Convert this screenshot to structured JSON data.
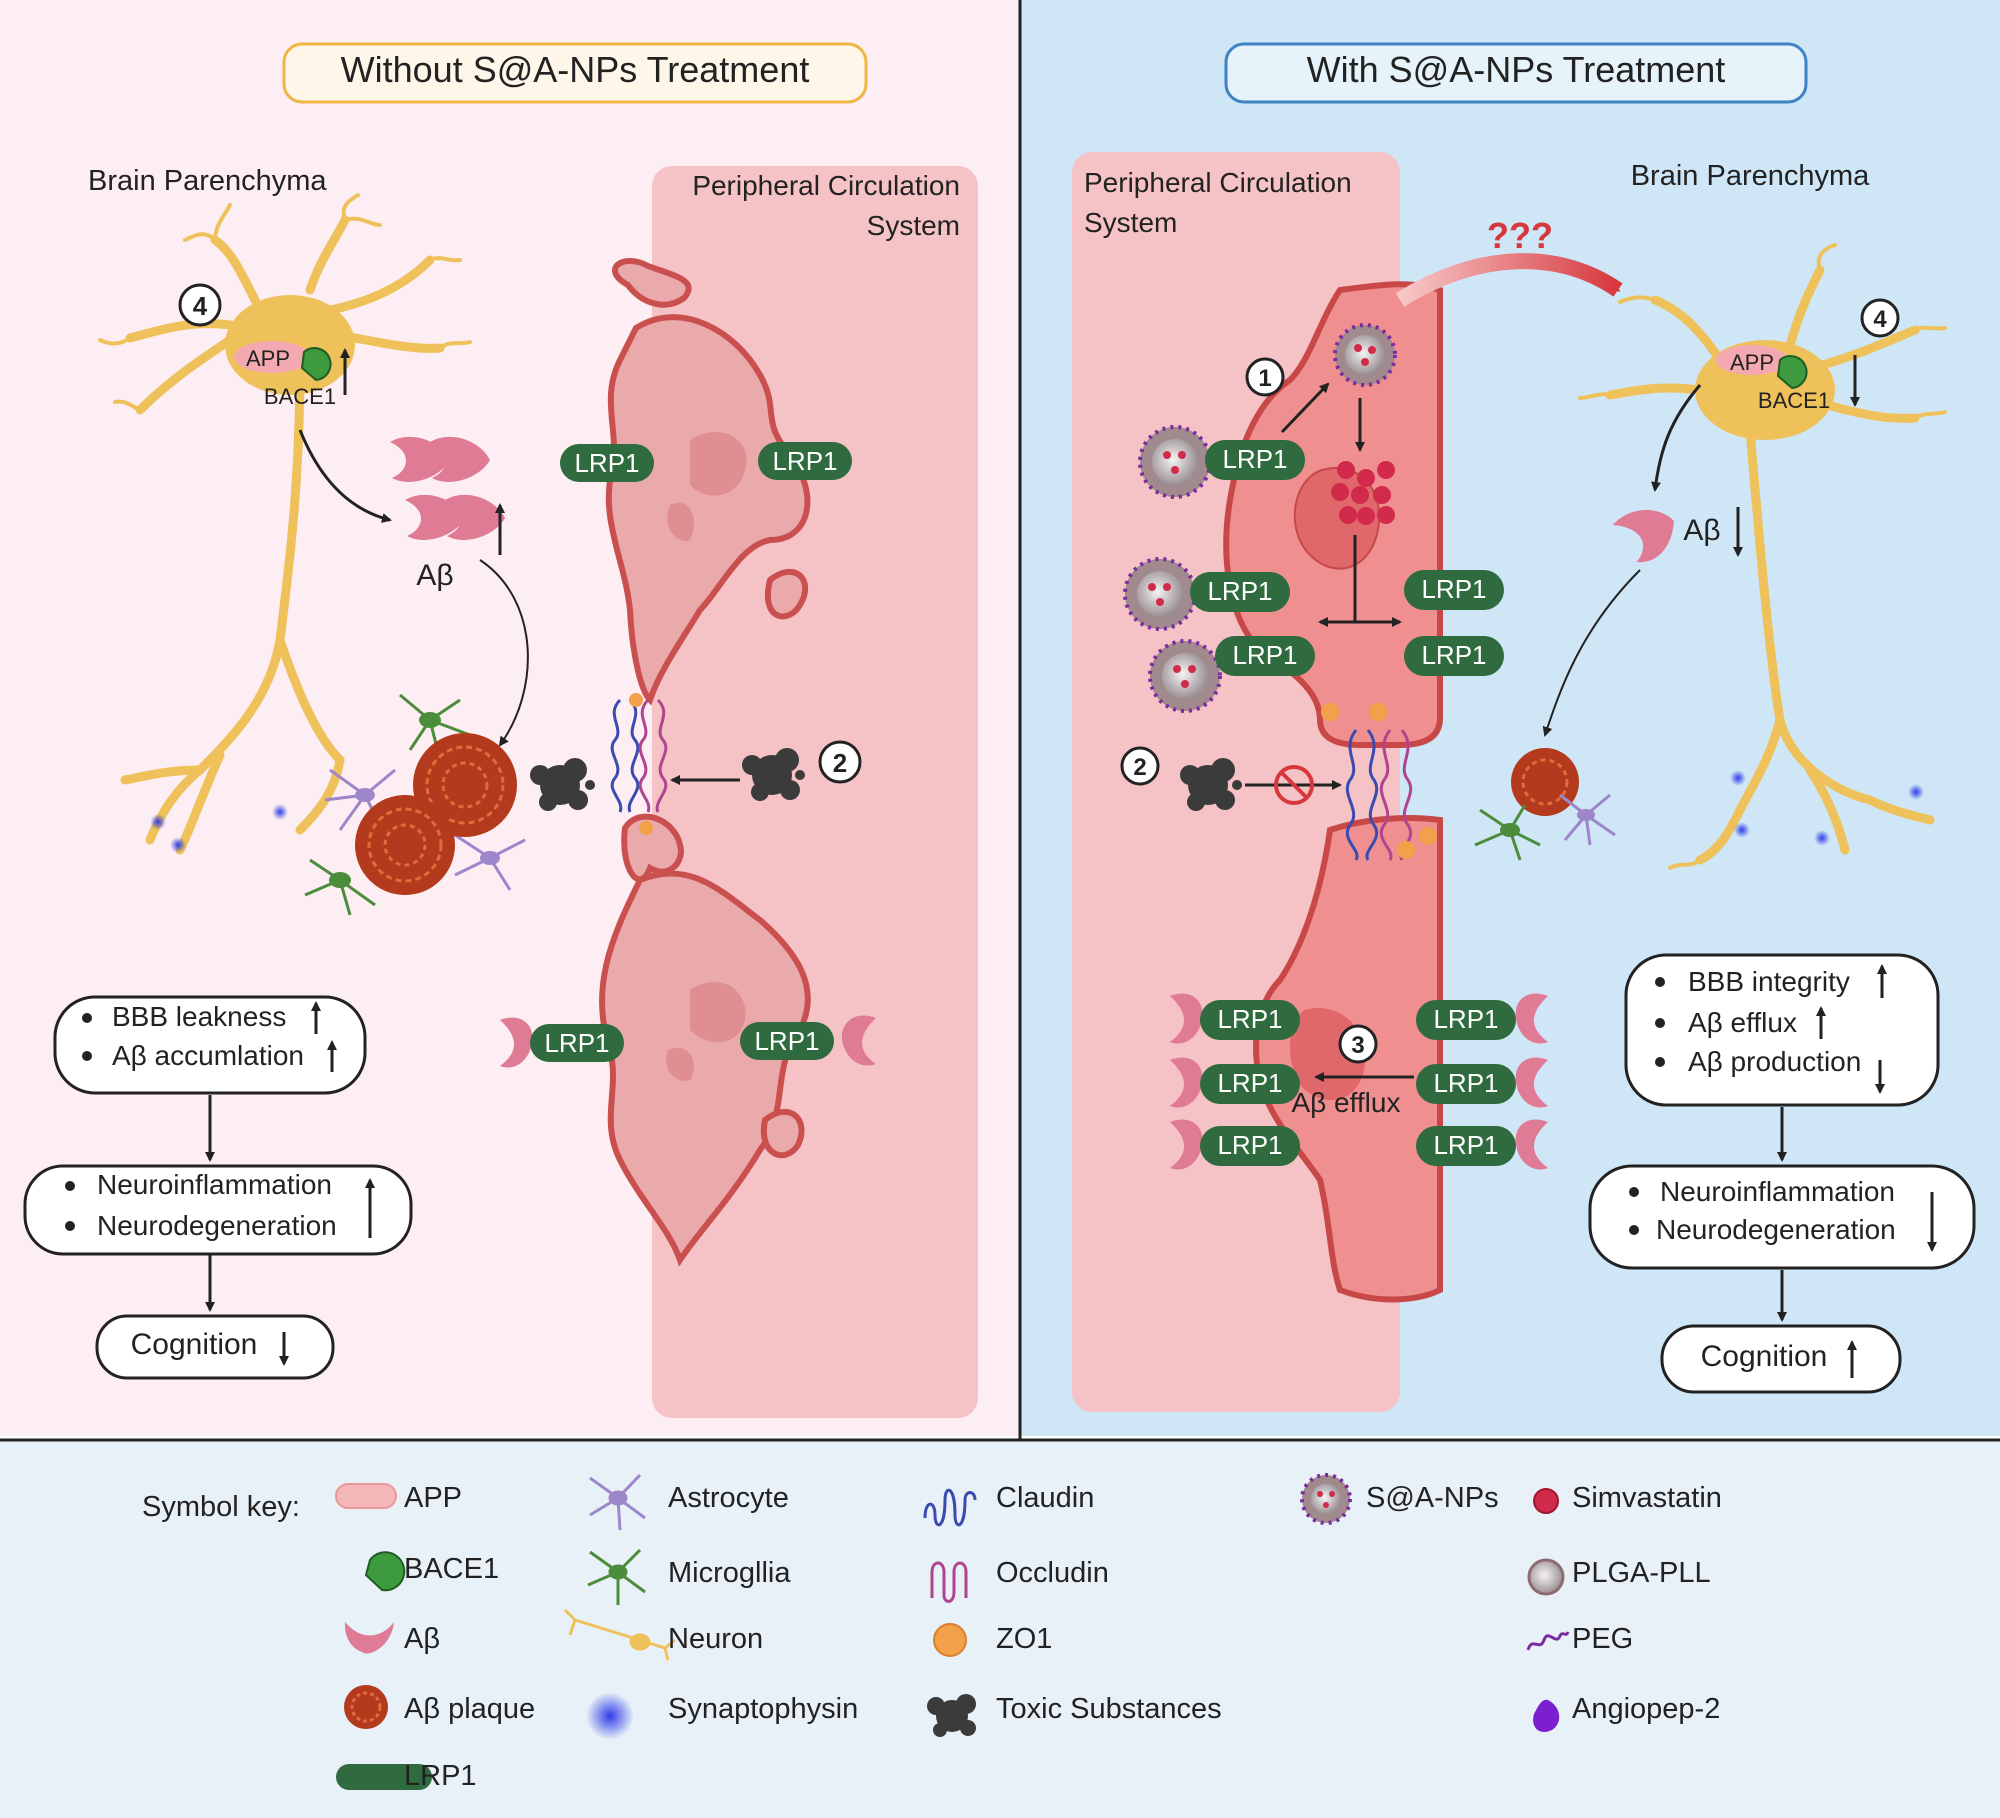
{
  "left": {
    "title": "Without S@A-NPs Treatment",
    "brain_label": "Brain Parenchyma",
    "periph_label_line1": "Peripheral Circulation",
    "periph_label_line2": "System",
    "app": "APP",
    "bace1": "BACE1",
    "abeta": "Aβ",
    "lrp1": "LRP1",
    "step_4": "4",
    "step_2": "2",
    "outcome_box1": [
      "BBB leakness",
      "Aβ accumlation"
    ],
    "outcome_box2": [
      "Neuroinflammation",
      "Neurodegeneration"
    ],
    "outcome_box3": "Cognition"
  },
  "right": {
    "title": "With S@A-NPs Treatment",
    "brain_label": "Brain Parenchyma",
    "periph_label_line1": "Peripheral Circulation",
    "periph_label_line2": "System",
    "question": "???",
    "app": "APP",
    "bace1": "BACE1",
    "abeta": "Aβ",
    "lrp1": "LRP1",
    "efflux": "Aβ efflux",
    "step_1": "1",
    "step_2": "2",
    "step_3": "3",
    "step_4": "4",
    "outcome_box1": [
      "BBB integrity",
      "Aβ efflux",
      "Aβ production"
    ],
    "outcome_box2": [
      "Neuroinflammation",
      "Neurodegeneration"
    ],
    "outcome_box3": "Cognition"
  },
  "key": {
    "title": "Symbol key:",
    "items": {
      "app": "APP",
      "bace1": "BACE1",
      "abeta": "Aβ",
      "plaque": "Aβ plaque",
      "lrp1": "LRP1",
      "astrocyte": "Astrocyte",
      "microglia": "Microgllia",
      "neuron": "Neuron",
      "synaptophysin": "Synaptophysin",
      "claudin": "Claudin",
      "occludin": "Occludin",
      "zo1": "ZO1",
      "toxic": "Toxic Substances",
      "np": "S@A-NPs",
      "simvastatin": "Simvastatin",
      "plga": "PLGA-PLL",
      "peg": "PEG",
      "angiopep": "Angiopep-2"
    }
  },
  "colors": {
    "left_bg": "#fdeef3",
    "right_bg": "#cfe6f7",
    "key_bg": "#e9f1f8",
    "neuron": "#efc15a",
    "lrp1": "#2f6b3e",
    "abeta": "#e07b95",
    "vessel": "#f1a8a6",
    "vessel_stroke": "#c9504f",
    "plaque": "#b33a1c",
    "np_dot": "#d22a4a",
    "peg": "#7a2c9e",
    "zo1": "#f2a04a",
    "claudin": "#3a4bb0",
    "occludin": "#b0458f"
  }
}
